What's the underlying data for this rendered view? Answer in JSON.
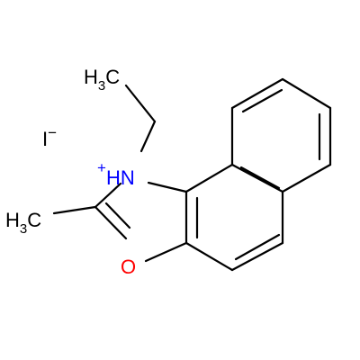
{
  "molecule": {
    "counterion": {
      "symbol": "I",
      "charge": "−"
    },
    "ethyl_group": {
      "prefix": "H",
      "subscript": "3",
      "suffix": "C"
    },
    "methyl_group": {
      "prefix": "H",
      "subscript": "3",
      "suffix": "C"
    },
    "nitrogen": {
      "charge": "+",
      "symbol": "HN"
    },
    "oxygen": {
      "symbol": "O"
    }
  },
  "colors": {
    "bond": "#000000",
    "carbon_label": "#000000",
    "nitrogen": "#0000ff",
    "oxygen": "#ff0000"
  }
}
